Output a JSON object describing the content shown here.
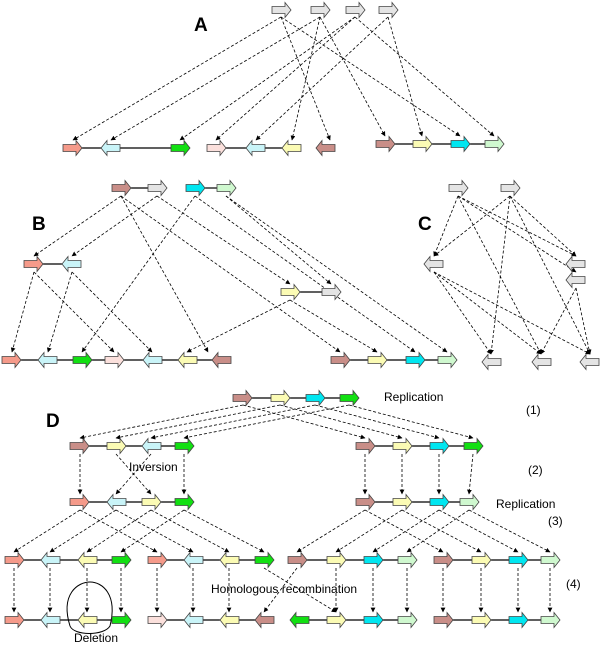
{
  "panel_labels": {
    "a": "A",
    "b": "B",
    "c": "C",
    "d": "D"
  },
  "annotations": {
    "replication_top": "Replication",
    "inversion": "Inversion",
    "replication_mid": "Replication",
    "homologous_recombination": "Homologous recombination",
    "deletion": "Deletion"
  },
  "step_labels": {
    "s1": "(1)",
    "s2": "(2)",
    "s3": "(3)",
    "s4": "(4)"
  },
  "gene_colors": {
    "salmon": "#f59a8a",
    "pink": "#fbe0dc",
    "lightblue": "#c9f4f8",
    "cyan": "#00e6f0",
    "yellow": "#fbfbb4",
    "green": "#12e012",
    "lightgreen": "#cff8cf",
    "brown": "#c98e88",
    "gray": "#e4e4e4"
  }
}
